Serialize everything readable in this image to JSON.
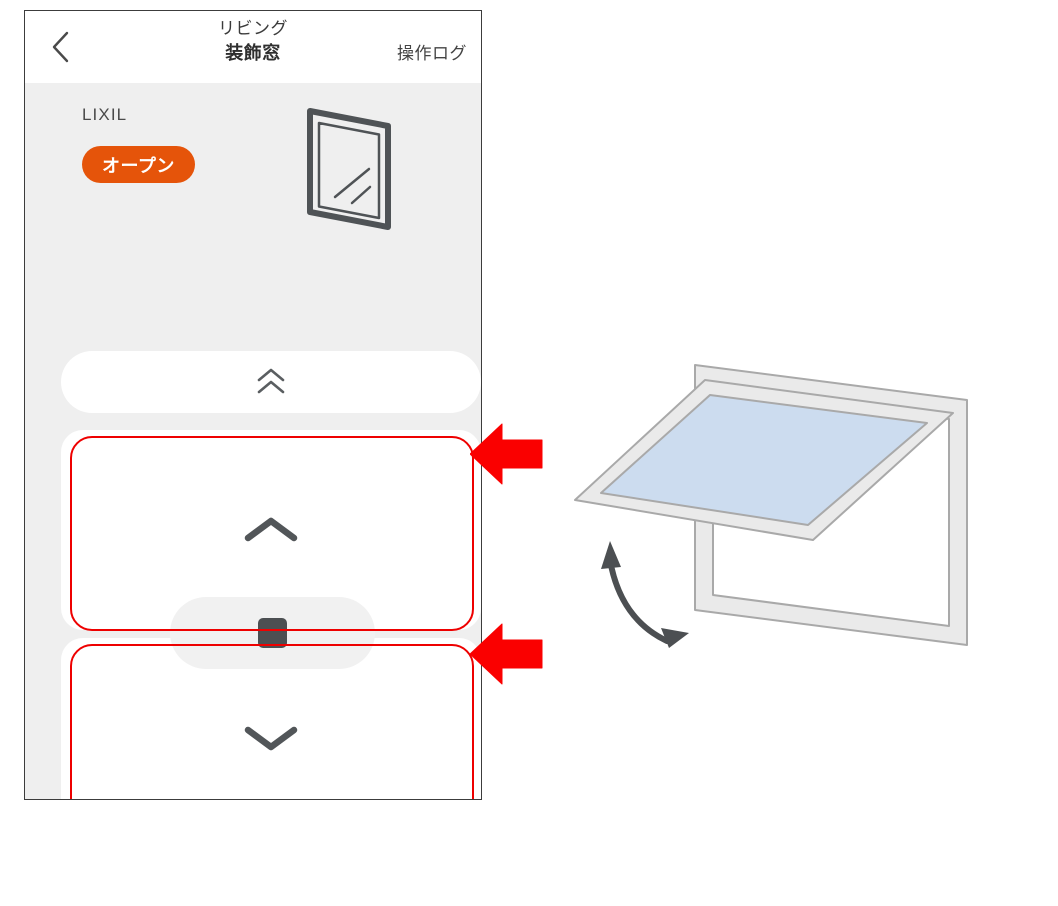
{
  "app": {
    "screen_title_room": "リビング",
    "screen_title_device": "装飾窓"
  },
  "navbar": {
    "back_icon": "chevron-left-icon",
    "log_link_label": "操作ログ"
  },
  "device": {
    "brand": "LIXIL",
    "status_label": "オープン",
    "status_color": "#e5540a",
    "icon": "window-panel-icon"
  },
  "controls": [
    {
      "name": "full-open",
      "icon": "double-chevron-up-icon",
      "highlighted": false
    },
    {
      "name": "open-up",
      "icon": "chevron-up-icon",
      "highlighted": true
    },
    {
      "name": "stop",
      "icon": "stop-square-icon",
      "highlighted": false
    },
    {
      "name": "close-down",
      "icon": "chevron-down-icon",
      "highlighted": true
    }
  ],
  "annotations": {
    "highlight_color": "#ee0000",
    "arrow_color": "#ff0000",
    "arrow_icon": "arrow-left-icon",
    "arrow_count": 2
  },
  "illustration": {
    "name": "awning-window-diagram",
    "frame_color": "#e8e8e8",
    "glass_color": "#ccdcef",
    "outline_color": "#a8a8a8",
    "motion_arrow_icon": "curved-double-arrow-icon",
    "motion_arrow_color": "#4c4f52"
  }
}
